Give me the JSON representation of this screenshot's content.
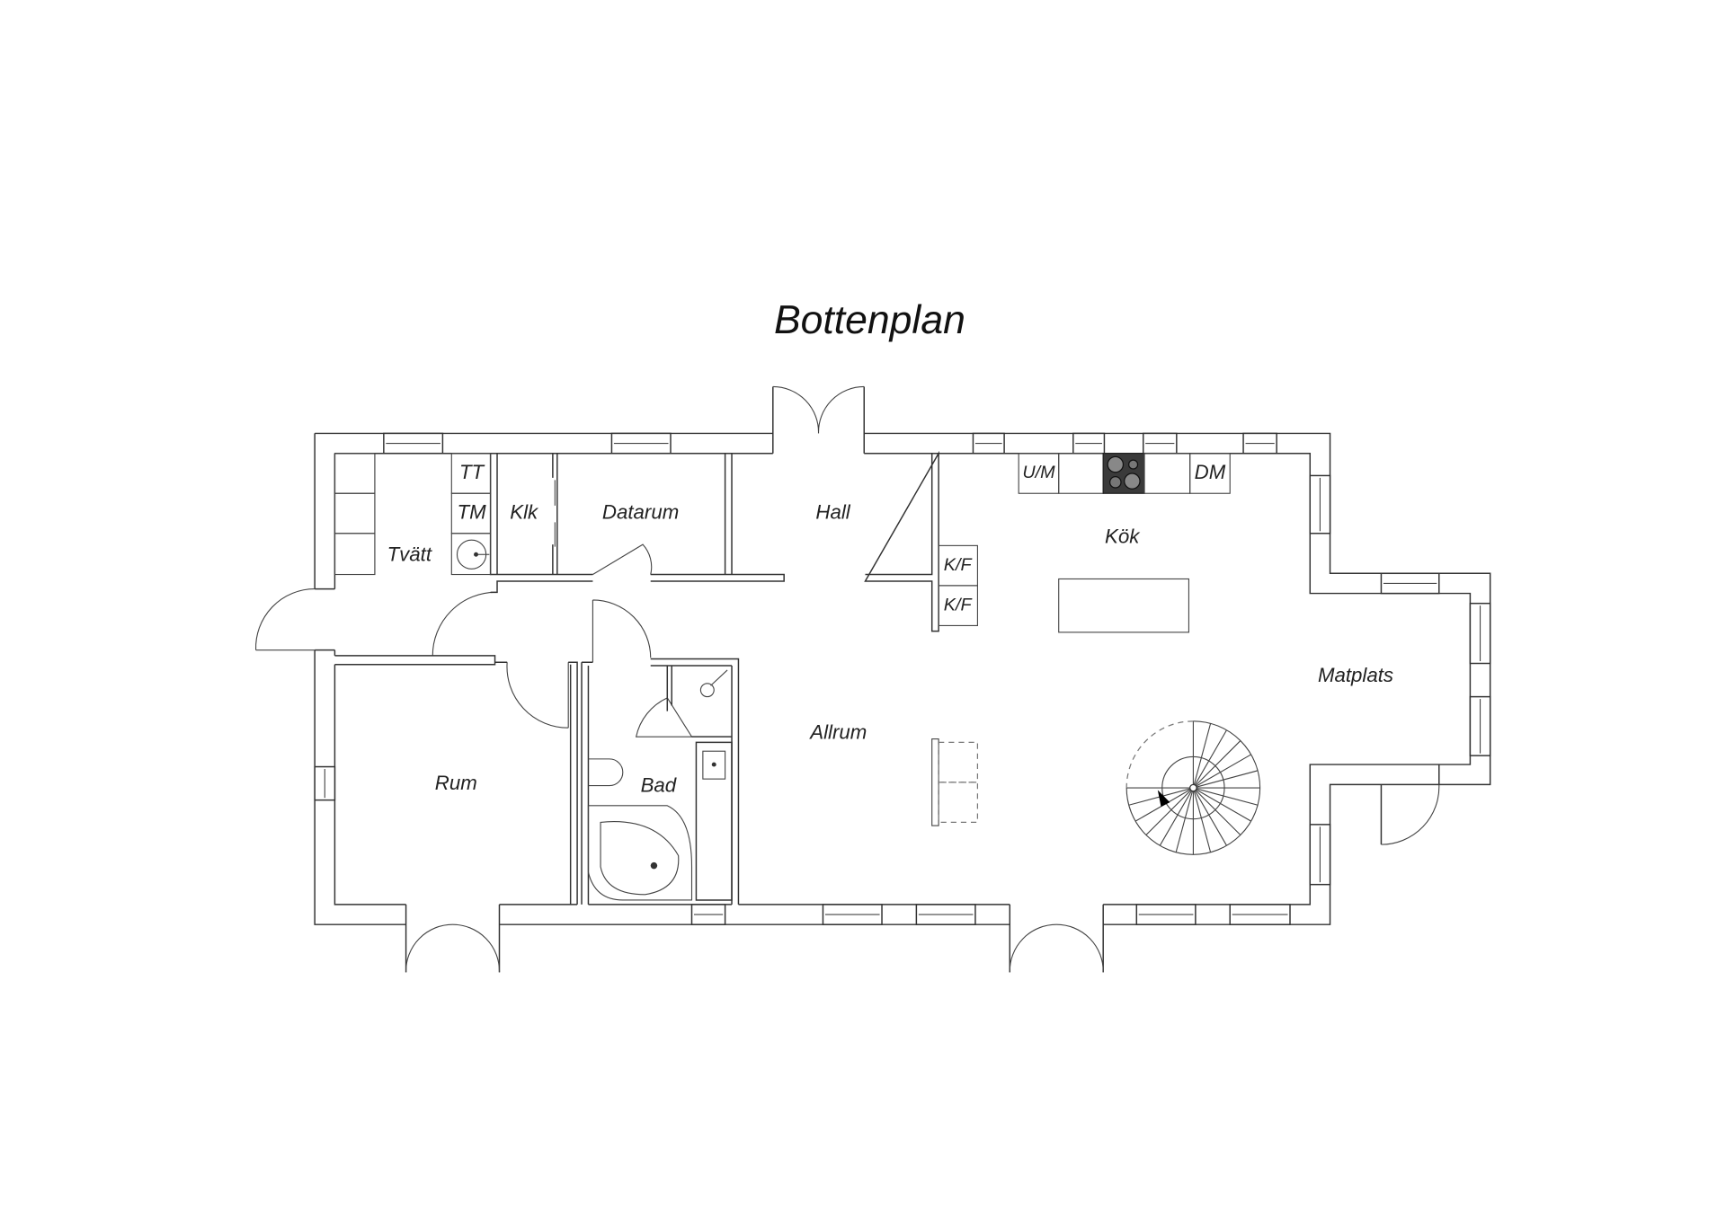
{
  "title": "Bottenplan",
  "rooms": {
    "tvatt": "Tvätt",
    "klk": "Klk",
    "datarum": "Datarum",
    "hall": "Hall",
    "kok": "Kök",
    "matplats": "Matplats",
    "allrum": "Allrum",
    "rum": "Rum",
    "bad": "Bad"
  },
  "fixtures": {
    "tt": "TT",
    "tm": "TM",
    "um": "U/M",
    "dm": "DM",
    "kf1": "K/F",
    "kf2": "K/F"
  },
  "colors": {
    "line": "#333333",
    "stove": "#3a3a3a"
  }
}
